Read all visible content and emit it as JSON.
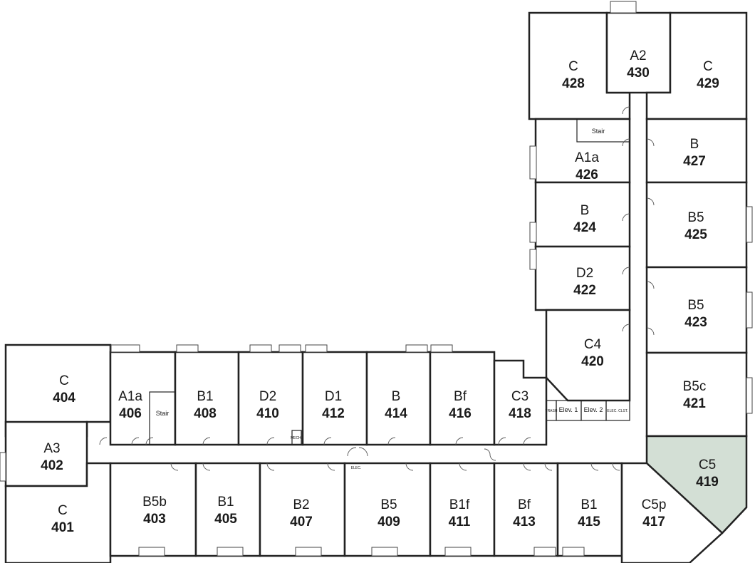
{
  "highlight_color": "#d3dfd5",
  "highlighted_unit": "419",
  "units": [
    {
      "id": "404",
      "type": "C"
    },
    {
      "id": "402",
      "type": "A3"
    },
    {
      "id": "401",
      "type": "C"
    },
    {
      "id": "406",
      "type": "A1a"
    },
    {
      "id": "408",
      "type": "B1"
    },
    {
      "id": "410",
      "type": "D2"
    },
    {
      "id": "412",
      "type": "D1"
    },
    {
      "id": "414",
      "type": "B"
    },
    {
      "id": "416",
      "type": "Bf"
    },
    {
      "id": "418",
      "type": "C3"
    },
    {
      "id": "403",
      "type": "B5b"
    },
    {
      "id": "405",
      "type": "B1"
    },
    {
      "id": "407",
      "type": "B2"
    },
    {
      "id": "409",
      "type": "B5"
    },
    {
      "id": "411",
      "type": "B1f"
    },
    {
      "id": "413",
      "type": "Bf"
    },
    {
      "id": "415",
      "type": "B1"
    },
    {
      "id": "417",
      "type": "C5p"
    },
    {
      "id": "419",
      "type": "C5"
    },
    {
      "id": "420",
      "type": "C4"
    },
    {
      "id": "421",
      "type": "B5c"
    },
    {
      "id": "422",
      "type": "D2"
    },
    {
      "id": "423",
      "type": "B5"
    },
    {
      "id": "424",
      "type": "B"
    },
    {
      "id": "425",
      "type": "B5"
    },
    {
      "id": "426",
      "type": "A1a"
    },
    {
      "id": "427",
      "type": "B"
    },
    {
      "id": "428",
      "type": "C"
    },
    {
      "id": "429",
      "type": "C"
    },
    {
      "id": "430",
      "type": "A2"
    }
  ],
  "labels": {
    "stair_top": "Stair",
    "stair_left": "Stair",
    "elev1": "Elev. 1",
    "elev2": "Elev. 2",
    "elec_clst": "ELEC. CLST.",
    "elec": "ELEC.",
    "trash": "TRASH",
    "mech": "MECH."
  }
}
